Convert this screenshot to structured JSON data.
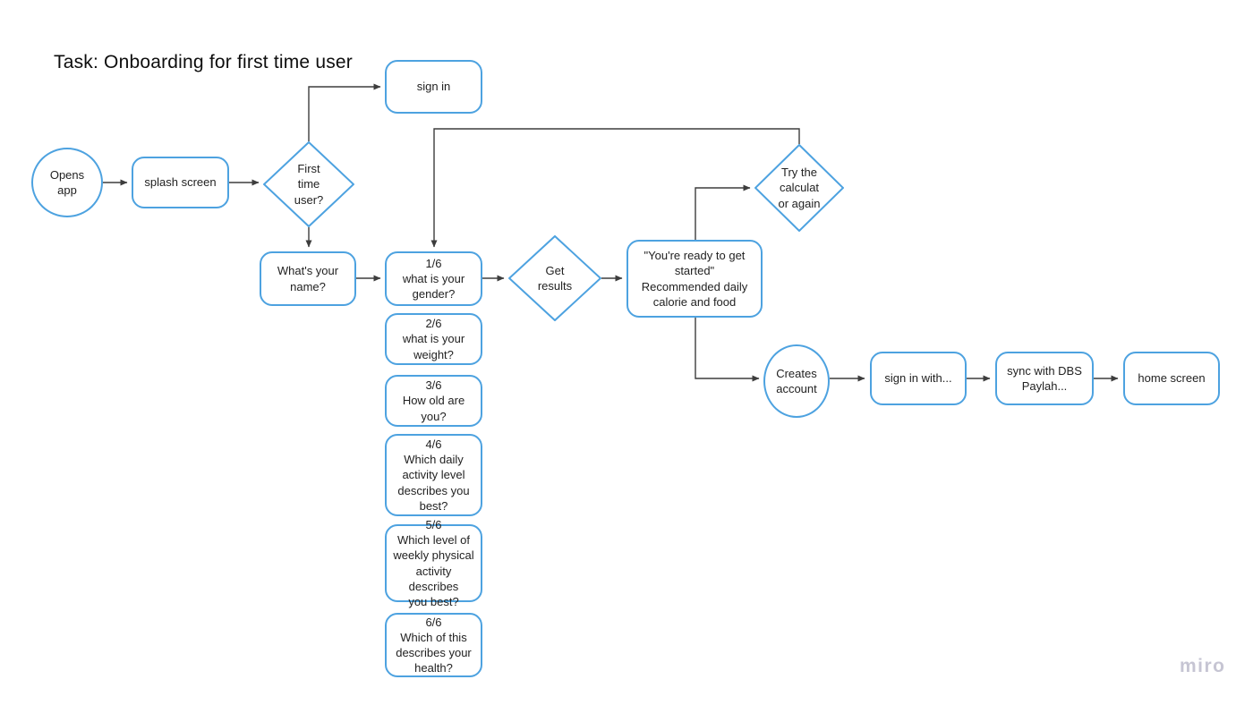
{
  "canvas": {
    "title": "Task: Onboarding for first time user",
    "watermark": "miro"
  },
  "colors": {
    "shape_border": "#4da2e0",
    "connector": "#3d3d3d",
    "text": "#222222",
    "watermark": "#c6c5d3",
    "background": "#ffffff"
  },
  "nodes": {
    "opens_app": {
      "label": "Opens\napp"
    },
    "splash_screen": {
      "label": "splash screen"
    },
    "first_time_user": {
      "label": "First\ntime\nuser?"
    },
    "sign_in": {
      "label": "sign in"
    },
    "whats_your_name": {
      "label": "What's your\nname?"
    },
    "q1": {
      "label": "1/6\nwhat is your\ngender?"
    },
    "q2": {
      "label": "2/6\nwhat is your\nweight?"
    },
    "q3": {
      "label": "3/6\nHow old are you?"
    },
    "q4": {
      "label": "4/6\nWhich daily\nactivity level\ndescribes you\nbest?"
    },
    "q5": {
      "label": "5/6\nWhich level of\nweekly physical\nactivity describes\nyou best?"
    },
    "q6": {
      "label": "6/6\nWhich of this\ndescribes your\nhealth?"
    },
    "get_results": {
      "label": "Get\nresults"
    },
    "youre_ready": {
      "label": "\"You're ready to get\nstarted\"\nRecommended daily\ncalorie and food"
    },
    "try_calculator": {
      "label": "Try the\ncalculat\nor again"
    },
    "creates_account": {
      "label": "Creates\naccount"
    },
    "sign_in_with": {
      "label": "sign in with..."
    },
    "sync_dbs": {
      "label": "sync with DBS\nPaylah..."
    },
    "home_screen": {
      "label": "home screen"
    }
  }
}
